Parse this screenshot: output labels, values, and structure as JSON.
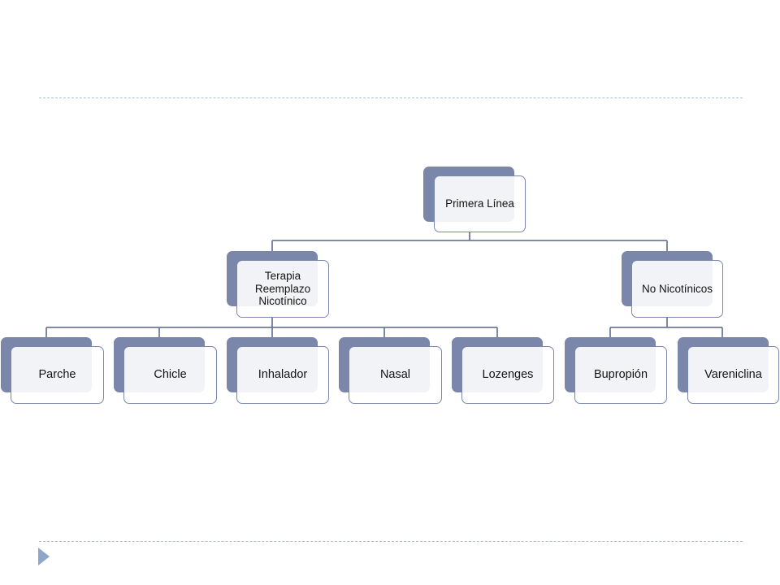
{
  "diagram": {
    "root": {
      "label": "Primera Línea"
    },
    "branches": [
      {
        "label": "Terapia Reemplazo Nicotínico",
        "children": [
          "Parche",
          "Chicle",
          "Inhalador",
          "Nasal",
          "Lozenges"
        ]
      },
      {
        "label": "No Nicotínicos",
        "children": [
          "Bupropión",
          "Vareniclina"
        ]
      }
    ]
  },
  "colors": {
    "accent": "#7b86ab",
    "connector": "#6f7c99",
    "rule": "#a9c1d3",
    "nav_arrow": "#8ea6c7"
  }
}
